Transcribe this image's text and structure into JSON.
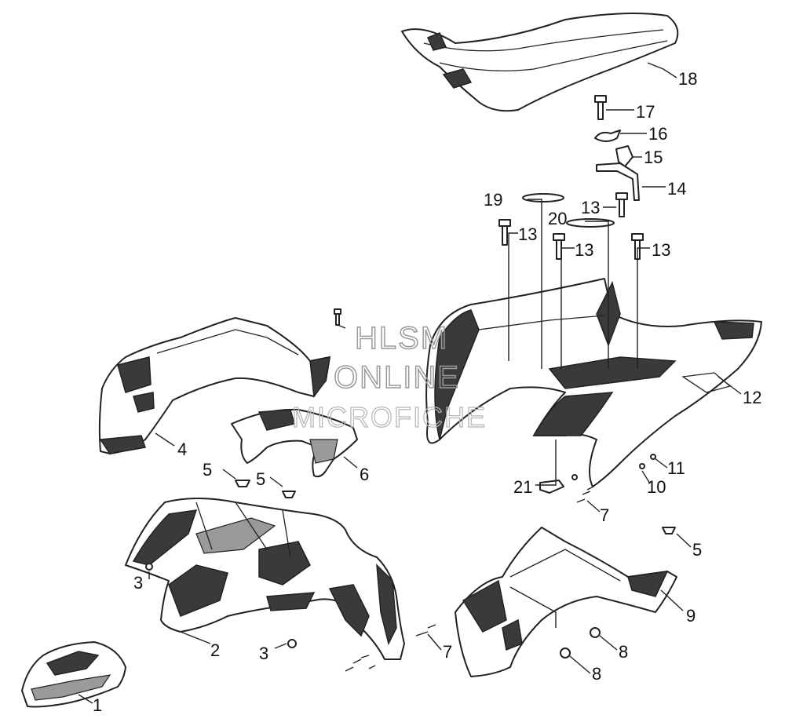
{
  "watermark": {
    "line1": "HLSM",
    "line2": "ONLINE",
    "line3": "MICROFICHE"
  },
  "callouts": [
    {
      "id": "c1",
      "label": "1"
    },
    {
      "id": "c2",
      "label": "2"
    },
    {
      "id": "c3a",
      "label": "3"
    },
    {
      "id": "c3b",
      "label": "3"
    },
    {
      "id": "c4",
      "label": "4"
    },
    {
      "id": "c5a",
      "label": "5"
    },
    {
      "id": "c5b",
      "label": "5"
    },
    {
      "id": "c5c",
      "label": "5"
    },
    {
      "id": "c6",
      "label": "6"
    },
    {
      "id": "c7a",
      "label": "7"
    },
    {
      "id": "c7b",
      "label": "7"
    },
    {
      "id": "c8a",
      "label": "8"
    },
    {
      "id": "c8b",
      "label": "8"
    },
    {
      "id": "c9",
      "label": "9"
    },
    {
      "id": "c10",
      "label": "10"
    },
    {
      "id": "c11",
      "label": "11"
    },
    {
      "id": "c12",
      "label": "12"
    },
    {
      "id": "c13a",
      "label": "13"
    },
    {
      "id": "c13b",
      "label": "13"
    },
    {
      "id": "c13c",
      "label": "13"
    },
    {
      "id": "c13d",
      "label": "13"
    },
    {
      "id": "c14",
      "label": "14"
    },
    {
      "id": "c15",
      "label": "15"
    },
    {
      "id": "c16",
      "label": "16"
    },
    {
      "id": "c17",
      "label": "17"
    },
    {
      "id": "c18",
      "label": "18"
    },
    {
      "id": "c19",
      "label": "19"
    },
    {
      "id": "c20",
      "label": "20"
    },
    {
      "id": "c21",
      "label": "21"
    }
  ]
}
